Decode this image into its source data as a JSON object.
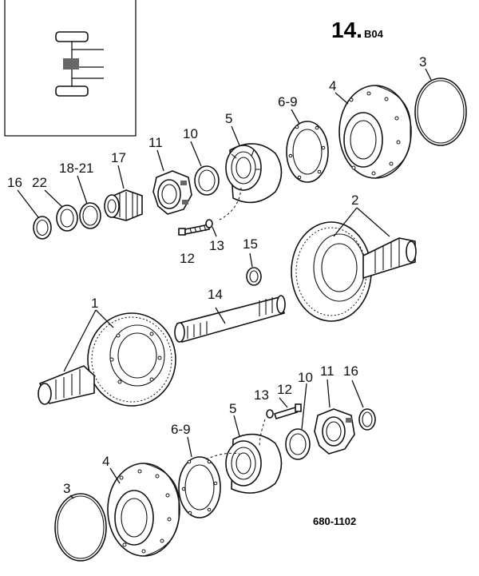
{
  "header": {
    "section_number": "14.",
    "section_code": "B04"
  },
  "reference_code": "680-1102",
  "callouts": {
    "c1": "1",
    "c2": "2",
    "c3_top": "3",
    "c3_bottom": "3",
    "c4_top": "4",
    "c4_bottom": "4",
    "c5_top": "5",
    "c5_bottom": "5",
    "c6_9_top": "6-9",
    "c6_9_bottom": "6-9",
    "c10_top": "10",
    "c10_bottom": "10",
    "c11_top": "11",
    "c11_bottom": "11",
    "c12_top": "12",
    "c12_bottom": "12",
    "c13_top": "13",
    "c13_bottom": "13",
    "c14": "14",
    "c15": "15",
    "c16_top": "16",
    "c16_bottom": "16",
    "c17": "17",
    "c18_21": "18-21",
    "c22": "22"
  }
}
